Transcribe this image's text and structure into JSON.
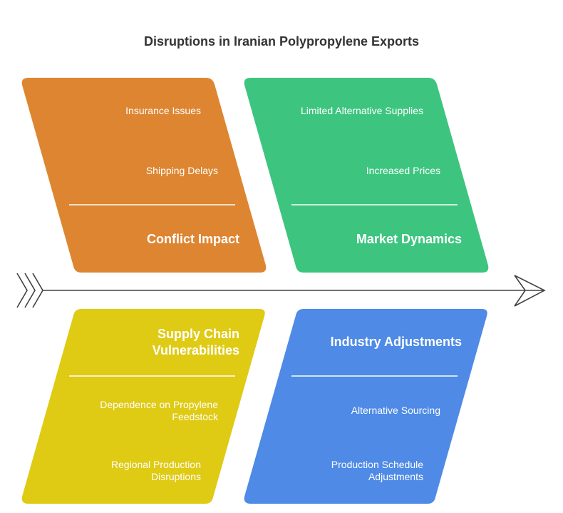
{
  "title": "Disruptions in Iranian Polypropylene Exports",
  "colors": {
    "orange": "#DE8531",
    "green": "#3DC57F",
    "yellow": "#DFCA14",
    "blue": "#4E8AE6",
    "spine": "#404040"
  },
  "categories": {
    "conflict_impact": {
      "label": "Conflict Impact",
      "causes": [
        "Insurance Issues",
        "Shipping Delays"
      ]
    },
    "market_dynamics": {
      "label": "Market Dynamics",
      "causes": [
        "Limited Alternative Supplies",
        "Increased Prices"
      ]
    },
    "supply_chain": {
      "label_lines": [
        "Supply Chain",
        "Vulnerabilities"
      ],
      "causes": [
        [
          "Dependence on Propylene",
          "Feedstock"
        ],
        [
          "Regional Production",
          "Disruptions"
        ]
      ]
    },
    "industry_adjustments": {
      "label": "Industry Adjustments",
      "causes": [
        "Alternative Sourcing",
        [
          "Production Schedule",
          "Adjustments"
        ]
      ]
    }
  }
}
